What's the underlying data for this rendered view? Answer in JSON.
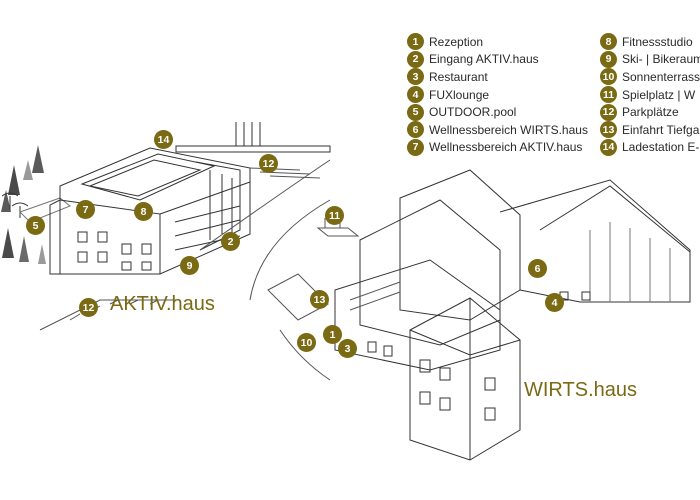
{
  "colors": {
    "accent": "#7a6a14",
    "line": "#333333",
    "tree_dark": "#4a4a4a",
    "tree_light": "#9a9a9a"
  },
  "legend": {
    "left": [
      {
        "num": "1",
        "label": "Rezeption"
      },
      {
        "num": "2",
        "label": "Eingang AKTIV.haus"
      },
      {
        "num": "3",
        "label": "Restaurant"
      },
      {
        "num": "4",
        "label": "FUXlounge"
      },
      {
        "num": "5",
        "label": "OUTDOOR.pool"
      },
      {
        "num": "6",
        "label": "Wellnessbereich WIRTS.haus"
      },
      {
        "num": "7",
        "label": "Wellnessbereich AKTIV.haus"
      }
    ],
    "right": [
      {
        "num": "8",
        "label": "Fitnessstudio"
      },
      {
        "num": "9",
        "label": "Ski- | Bikeraum"
      },
      {
        "num": "10",
        "label": "Sonnenterrasse"
      },
      {
        "num": "11",
        "label": "Spielplatz | W"
      },
      {
        "num": "12",
        "label": "Parkplätze"
      },
      {
        "num": "13",
        "label": "Einfahrt Tiefga"
      },
      {
        "num": "14",
        "label": "Ladestation E-"
      }
    ]
  },
  "buildings": {
    "aktiv": "AKTIV.haus",
    "wirts": "WIRTS.haus"
  },
  "markers": [
    {
      "num": "14"
    },
    {
      "num": "12"
    },
    {
      "num": "5"
    },
    {
      "num": "7"
    },
    {
      "num": "8"
    },
    {
      "num": "2"
    },
    {
      "num": "9"
    },
    {
      "num": "12"
    },
    {
      "num": "11"
    },
    {
      "num": "13"
    },
    {
      "num": "1"
    },
    {
      "num": "10"
    },
    {
      "num": "3"
    },
    {
      "num": "6"
    },
    {
      "num": "4"
    }
  ]
}
